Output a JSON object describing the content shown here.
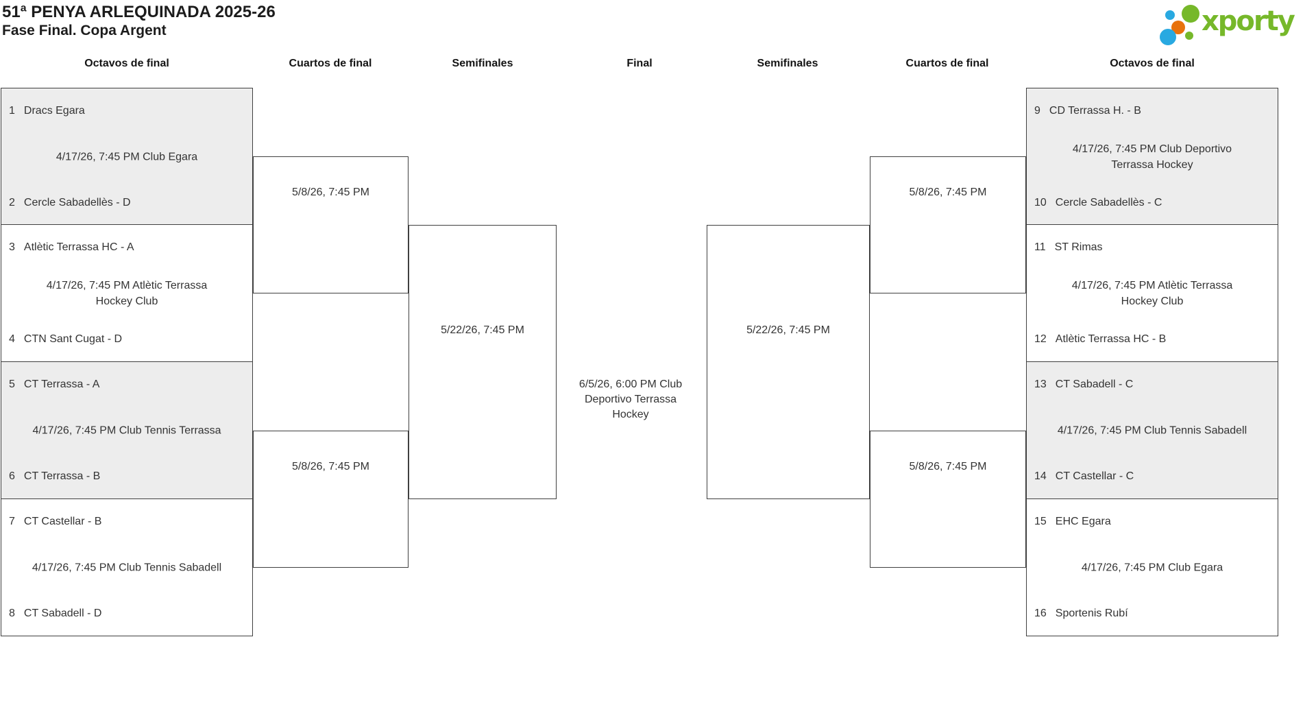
{
  "title": {
    "line1": "51ª PENYA ARLEQUINADA 2025-26",
    "line2": "Fase Final. Copa Argent"
  },
  "logo": {
    "brand": "xporty",
    "colors": {
      "green": "#76b82a",
      "blue": "#29a9e1",
      "orange": "#e8720c"
    }
  },
  "round_headers": [
    {
      "label": "Octavos de final"
    },
    {
      "label": "Cuartos de final"
    },
    {
      "label": "Semifinales"
    },
    {
      "label": "Final"
    },
    {
      "label": "Semifinales"
    },
    {
      "label": "Cuartos de final"
    },
    {
      "label": "Octavos de final"
    }
  ],
  "matches_left": [
    {
      "seed_top": "1",
      "team_top": "Dracs Egara",
      "seed_bottom": "2",
      "team_bottom": "Cercle Sabadellès - D",
      "date_lines": [
        "4/17/26, 7:45 PM Club Egara"
      ]
    },
    {
      "seed_top": "3",
      "team_top": "Atlètic Terrassa HC - A",
      "seed_bottom": "4",
      "team_bottom": "CTN Sant Cugat - D",
      "date_lines": [
        "4/17/26, 7:45 PM Atlètic Terrassa",
        "Hockey Club"
      ]
    },
    {
      "seed_top": "5",
      "team_top": "CT Terrassa - A",
      "seed_bottom": "6",
      "team_bottom": "CT Terrassa - B",
      "date_lines": [
        "4/17/26, 7:45 PM Club Tennis Terrassa"
      ]
    },
    {
      "seed_top": "7",
      "team_top": "CT Castellar - B",
      "seed_bottom": "8",
      "team_bottom": "CT Sabadell - D",
      "date_lines": [
        "4/17/26, 7:45 PM Club Tennis Sabadell"
      ]
    }
  ],
  "matches_right": [
    {
      "seed_top": "9",
      "team_top": "CD Terrassa H. - B",
      "seed_bottom": "10",
      "team_bottom": "Cercle Sabadellès - C",
      "date_lines": [
        "4/17/26, 7:45 PM Club Deportivo",
        "Terrassa Hockey"
      ]
    },
    {
      "seed_top": "11",
      "team_top": "ST Rimas",
      "seed_bottom": "12",
      "team_bottom": "Atlètic Terrassa HC - B",
      "date_lines": [
        "4/17/26, 7:45 PM Atlètic Terrassa",
        "Hockey Club"
      ]
    },
    {
      "seed_top": "13",
      "team_top": "CT Sabadell - C",
      "seed_bottom": "14",
      "team_bottom": "CT Castellar - C",
      "date_lines": [
        "4/17/26, 7:45 PM Club Tennis Sabadell"
      ]
    },
    {
      "seed_top": "15",
      "team_top": "EHC Egara",
      "seed_bottom": "16",
      "team_bottom": "Sportenis Rubí",
      "date_lines": [
        "4/17/26, 7:45 PM Club Egara"
      ]
    }
  ],
  "quarterfinals": {
    "left_top": {
      "date": "5/8/26, 7:45 PM"
    },
    "left_bottom": {
      "date": "5/8/26, 7:45 PM"
    },
    "right_top": {
      "date": "5/8/26, 7:45 PM"
    },
    "right_bottom": {
      "date": "5/8/26, 7:45 PM"
    }
  },
  "semifinals": {
    "left": {
      "date": "5/22/26, 7:45 PM"
    },
    "right": {
      "date": "5/22/26, 7:45 PM"
    }
  },
  "final": {
    "date_lines": [
      "6/5/26, 6:00 PM Club",
      "Deportivo Terrassa",
      "Hockey"
    ]
  },
  "colors": {
    "box_fill_gray": "#ededed",
    "box_border": "#3f3f3f",
    "text": "#333333"
  }
}
